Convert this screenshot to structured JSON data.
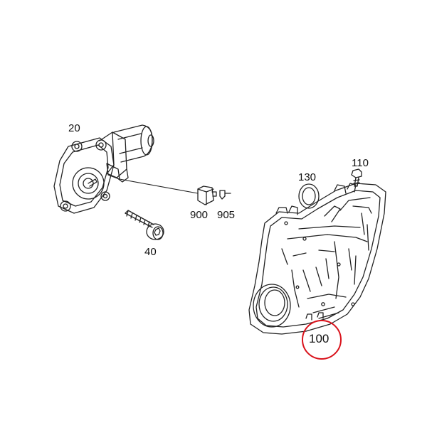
{
  "parts": [
    {
      "id": "window-regulator-motor",
      "number": "20"
    },
    {
      "id": "screw",
      "number": "40"
    },
    {
      "id": "connector",
      "number": "900"
    },
    {
      "id": "pin",
      "number": "905"
    },
    {
      "id": "bolt",
      "number": "110"
    },
    {
      "id": "seal-ring",
      "number": "130"
    },
    {
      "id": "door-carrier-panel",
      "number": "100"
    }
  ],
  "highlighted_part": "100",
  "colors": {
    "line": "#222222",
    "highlight": "#d9121b",
    "background": "#ffffff"
  }
}
